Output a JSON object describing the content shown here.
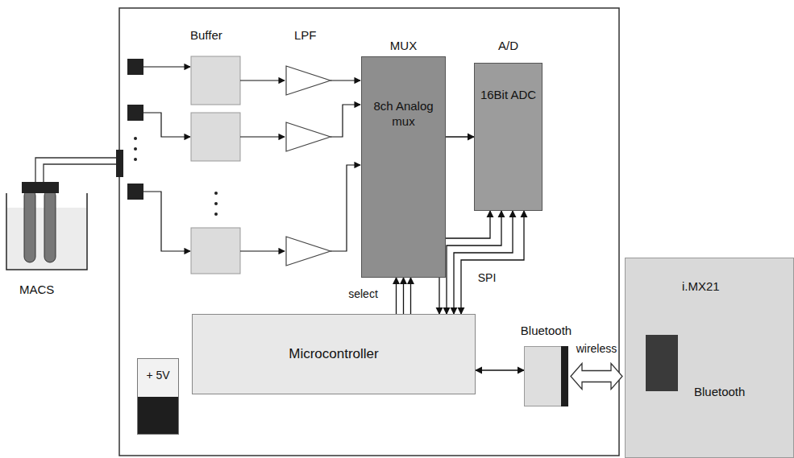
{
  "diagram": {
    "nodes": [
      {
        "text": [
          "MUX",
          "8ch Analog mux"
        ]
      },
      {
        "text": [
          "A/D",
          "16Bit ADC"
        ]
      },
      {
        "text": [
          "Microcontroller"
        ]
      },
      {
        "text": [
          "+ 5V"
        ]
      },
      {
        "text": [
          "Bluetooth"
        ]
      },
      {
        "text": [
          "i.MX21",
          "Bluetooth"
        ]
      }
    ],
    "edges": [
      {
        "from": 0,
        "to": 1,
        "arrow": "to"
      },
      {
        "from": 2,
        "to": 0,
        "label": "select",
        "arrow": "to"
      },
      {
        "from": 2,
        "to": 1,
        "label": "SPI",
        "arrow": "both"
      },
      {
        "from": 2,
        "to": 4,
        "arrow": "both"
      },
      {
        "from": 4,
        "to": 5,
        "label": "wireless",
        "arrow": "both"
      }
    ],
    "labels": [
      "Buffer",
      "LPF",
      "MACS"
    ]
  }
}
